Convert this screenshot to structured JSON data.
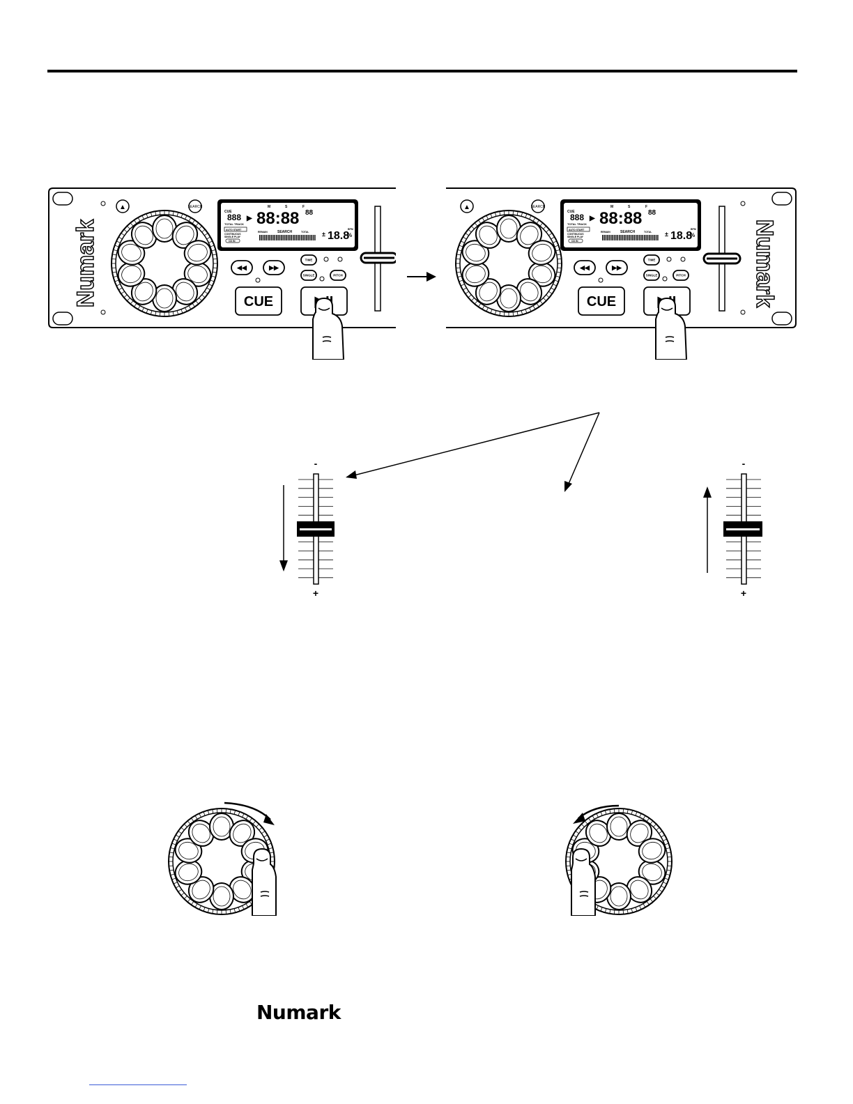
{
  "brand": "Numark",
  "player": {
    "eject_symbol": "▲",
    "search_label": "SEARCH",
    "cue_label": "CUE",
    "play_pause_symbol": "▶II",
    "prev_symbol": "◀◀",
    "next_symbol": "▶▶",
    "time_label": "TIME",
    "single_label": "SINGLE",
    "pitch_label": "PITCH",
    "lcd": {
      "msf": [
        "M",
        "S",
        "F"
      ],
      "cue": "CUE",
      "track_digits": "888",
      "track_label": "TOTAL TRACK",
      "time_digits": "88:88",
      "frame_digits": "88",
      "auto_start": "AUTO START",
      "continuous": "CONTINUOUS",
      "single_play": "SINGLE PLAY",
      "cd_in": "CD IN",
      "remain": "REMAIN",
      "search": "SEARCH",
      "total": "TOTAL",
      "pitch_value": "18.8",
      "pitch_sign": "±",
      "pitch_unit": "%",
      "bpm": "BPM"
    }
  },
  "fader_minus": "-",
  "fader_plus": "+",
  "footer_logo": "Numark",
  "colors": {
    "ink": "#000000",
    "link": "#3b5bd6"
  }
}
